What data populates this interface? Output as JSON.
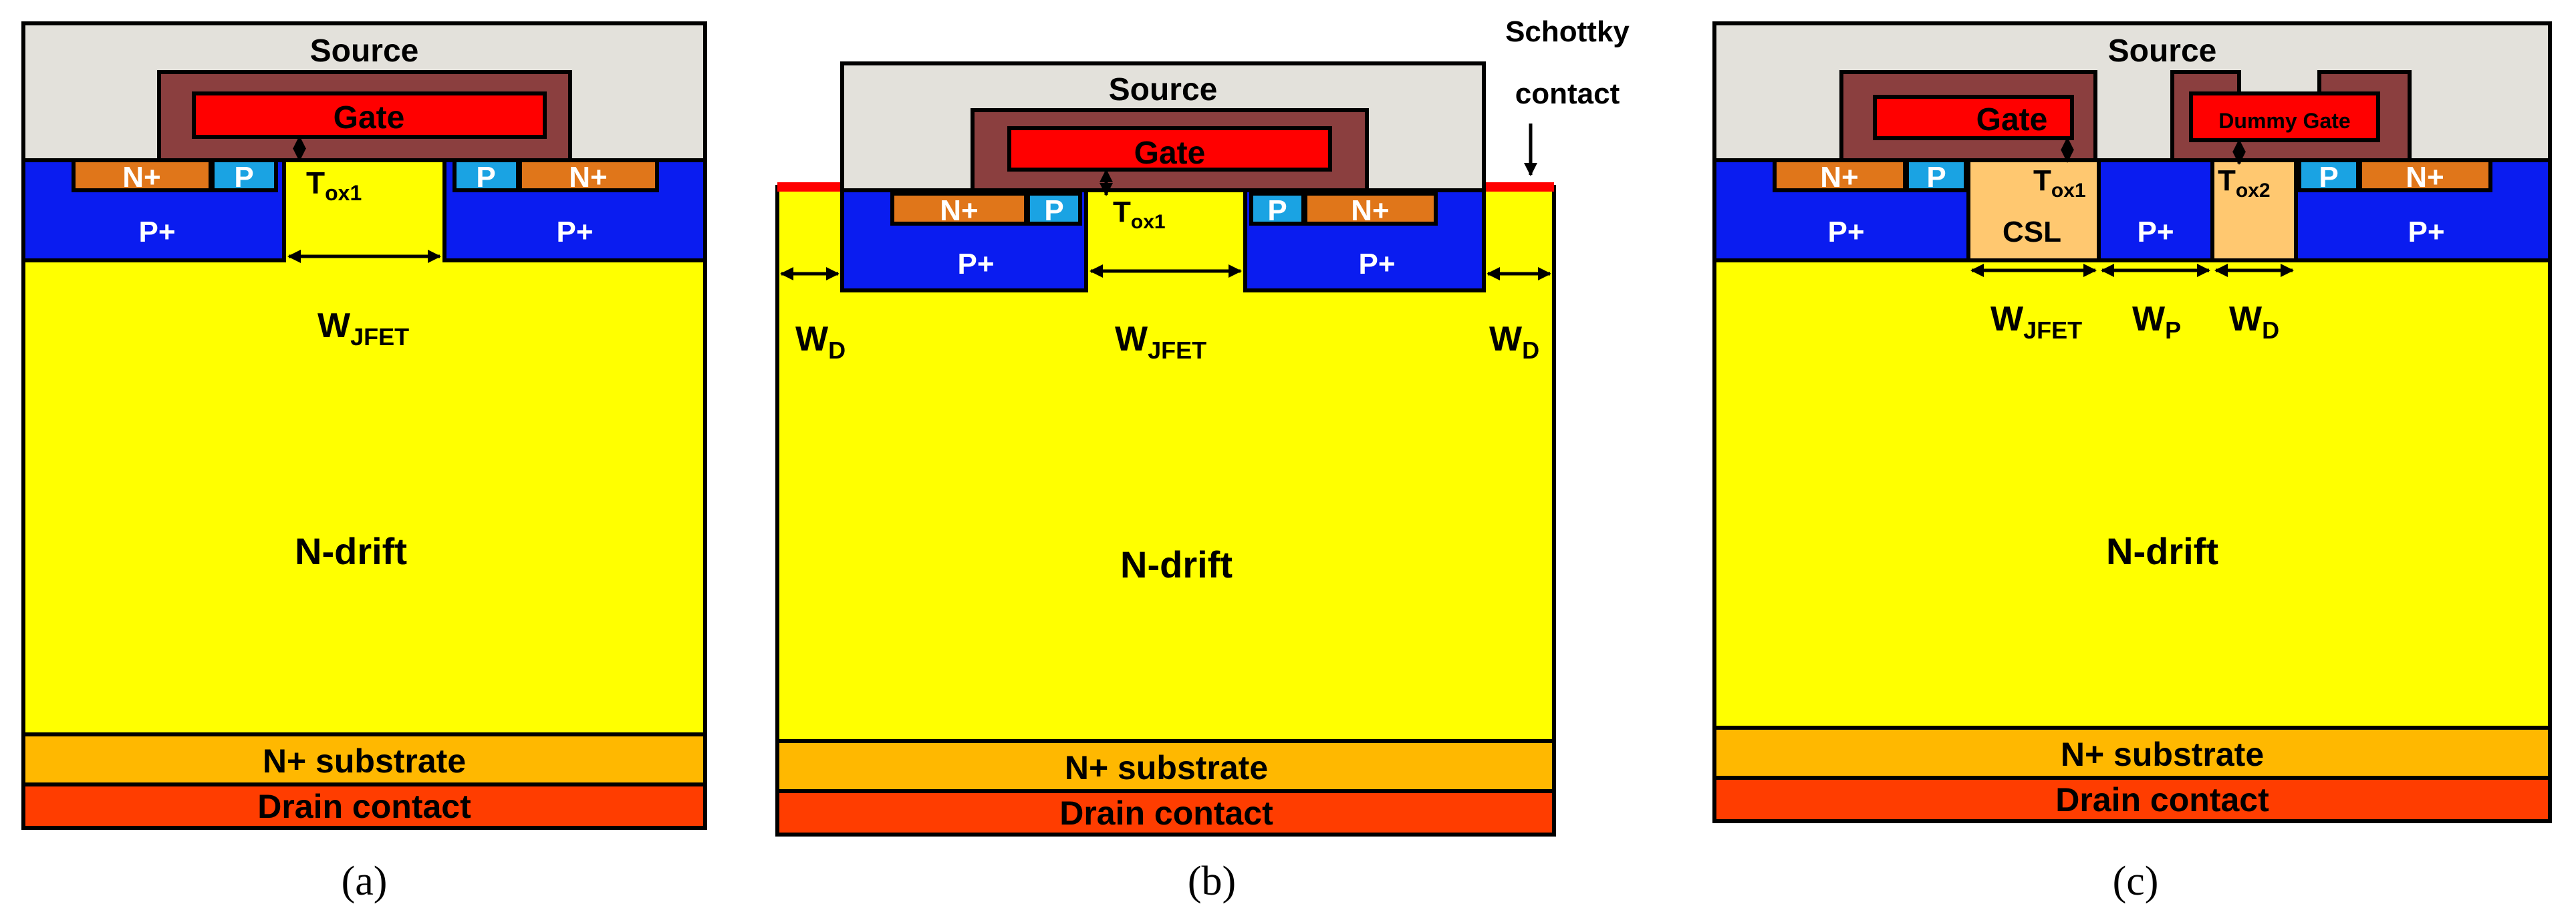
{
  "colors": {
    "source_metal": "#e3e1db",
    "gate_oxide": "#8b3f3f",
    "gate_poly": "#ff0000",
    "n_plus": "#e0761a",
    "p_well": "#1aa3e3",
    "p_plus": "#0a1cf0",
    "n_drift": "#ffff00",
    "csl": "#ffc870",
    "substrate": "#ffb800",
    "drain": "#ff3d00",
    "schottky": "#ff0000"
  },
  "diagrams": [
    {
      "caption": "(a)",
      "source": "Source",
      "gate": "Gate",
      "n_plus": "N+",
      "p": "P",
      "p_plus": "P+",
      "tox1_main": "T",
      "tox1_sub": "ox1",
      "wjfet_main": "W",
      "wjfet_sub": "JFET",
      "n_drift": "N-drift",
      "substrate": "N+ substrate",
      "drain": "Drain contact"
    },
    {
      "caption": "(b)",
      "source": "Source",
      "gate": "Gate",
      "schottky_line1": "Schottky",
      "schottky_line2": "contact",
      "n_plus": "N+",
      "p": "P",
      "p_plus": "P+",
      "tox1_main": "T",
      "tox1_sub": "ox1",
      "wjfet_main": "W",
      "wjfet_sub": "JFET",
      "wd_main": "W",
      "wd_sub": "D",
      "n_drift": "N-drift",
      "substrate": "N+ substrate",
      "drain": "Drain contact"
    },
    {
      "caption": "(c)",
      "source": "Source",
      "gate": "Gate",
      "dummy_gate": "Dummy Gate",
      "n_plus": "N+",
      "p": "P",
      "p_plus": "P+",
      "csl": "CSL",
      "tox1_main": "T",
      "tox1_sub": "ox1",
      "tox2_main": "T",
      "tox2_sub": "ox2",
      "wjfet_main": "W",
      "wjfet_sub": "JFET",
      "wp_main": "W",
      "wp_sub": "P",
      "wd_main": "W",
      "wd_sub": "D",
      "n_drift": "N-drift",
      "substrate": "N+ substrate",
      "drain": "Drain contact"
    }
  ]
}
